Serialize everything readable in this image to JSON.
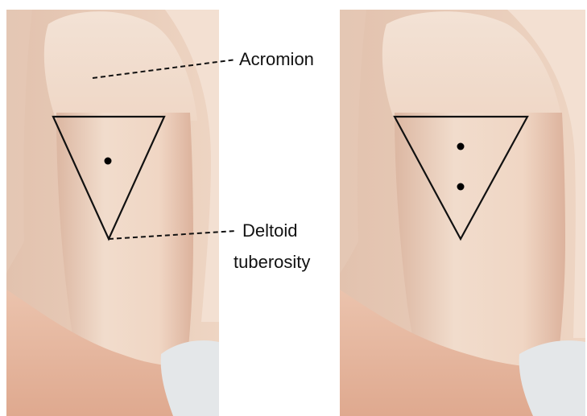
{
  "labels": {
    "acromion": "Acromion",
    "deltoid_line1": "Deltoid",
    "deltoid_line2": "tuberosity"
  },
  "colors": {
    "background": "#ffffff",
    "skin_light": "#f2ddcc",
    "skin_mid": "#e9c8b3",
    "skin_shadow": "#d9b29b",
    "skin_warm": "#e7bba6",
    "diaper": "#e6e8ea",
    "outline": "#111111",
    "dot": "#000000"
  },
  "panels": [
    {
      "name": "left-panel",
      "marked_sites": 1
    },
    {
      "name": "right-panel",
      "marked_sites": 2
    }
  ]
}
